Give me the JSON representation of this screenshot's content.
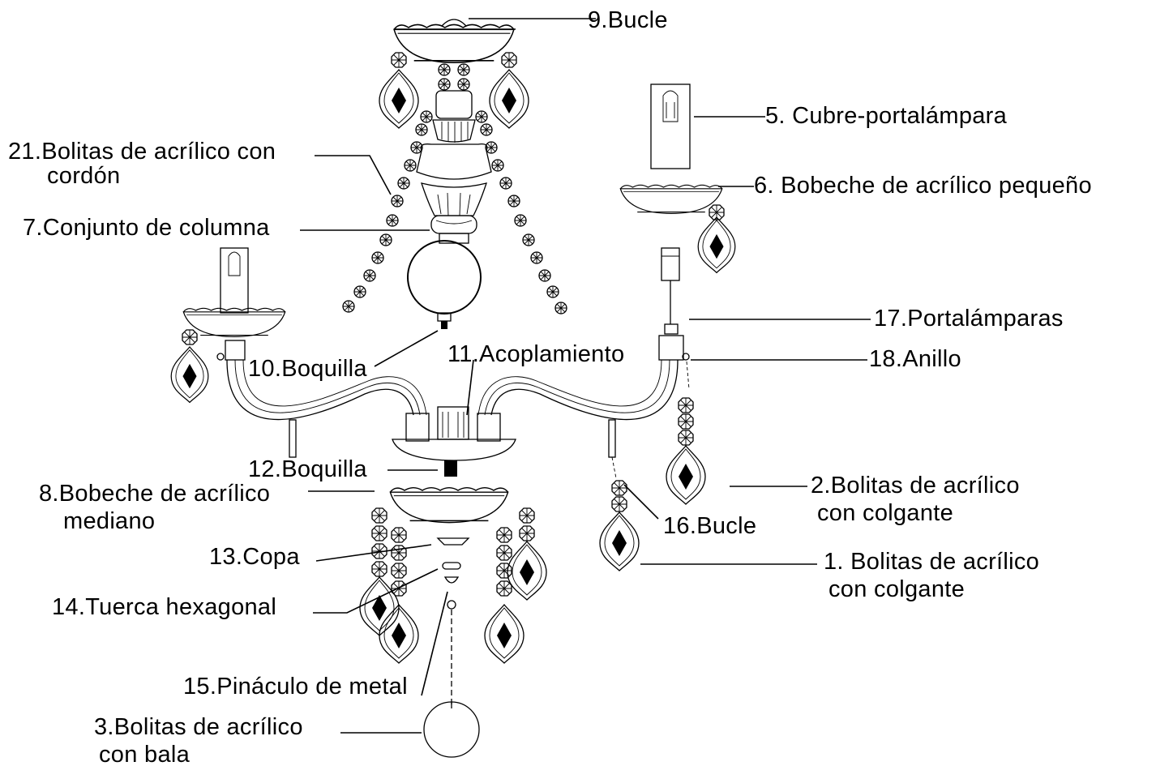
{
  "labels": {
    "l9": "9.Bucle",
    "l5": "5. Cubre-portalámpara",
    "l21a": "21.Bolitas de acrílico con",
    "l21b": "cordón",
    "l6": "6. Bobeche de acrílico pequeño",
    "l7": "7.Conjunto de columna",
    "l17": "17.Portalámparas",
    "l18": "18.Anillo",
    "l11": "11.Acoplamiento",
    "l10": "10.Boquilla",
    "l12": "12.Boquilla",
    "l8a": "8.Bobeche de acrílico",
    "l8b": "mediano",
    "l2a": "2.Bolitas de acrílico",
    "l2b": "con colgante",
    "l16": "16.Bucle",
    "l13": "13.Copa",
    "l1a": "1. Bolitas de acrílico",
    "l1b": "con colgante",
    "l14": "14.Tuerca hexagonal",
    "l15": "15.Pináculo de metal",
    "l3a": "3.Bolitas  de acrílico",
    "l3b": "con bala"
  }
}
